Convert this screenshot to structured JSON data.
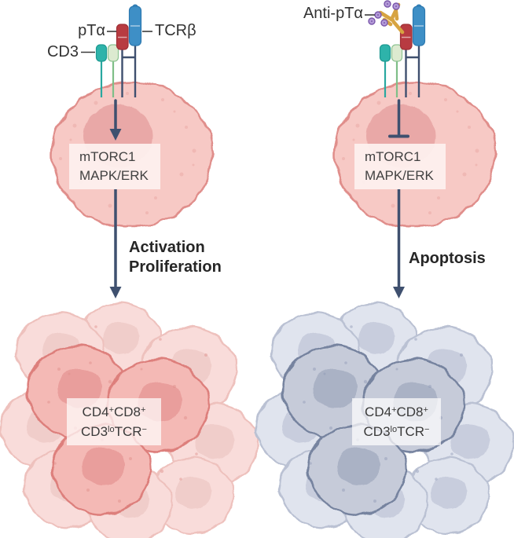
{
  "figure": {
    "left": {
      "receptor_labels": {
        "pta": "pTα",
        "tcrb": "TCRβ",
        "cd3": "CD3"
      },
      "signaling": {
        "line1": "mTORC1",
        "line2": "MAPK/ERK"
      },
      "outcome_line1": "Activation",
      "outcome_line2": "Proliferation",
      "cluster_label": {
        "l1a": "CD4",
        "l1sup1": "+",
        "l1b": "CD8",
        "l1sup2": "+",
        "l2a": "CD3",
        "l2sup1": "lo",
        "l2b": "TCR",
        "l2sup2": "−"
      }
    },
    "right": {
      "antibody_label": "Anti-pTα",
      "signaling": {
        "line1": "mTORC1",
        "line2": "MAPK/ERK"
      },
      "outcome": "Apoptosis",
      "cluster_label": {
        "l1a": "CD4",
        "l1sup1": "+",
        "l1b": "CD8",
        "l1sup2": "+",
        "l2a": "CD3",
        "l2sup1": "lo",
        "l2b": "TCR",
        "l2sup2": "−"
      }
    },
    "colors": {
      "tcr_beta_blue": "#3e8fc6",
      "pt_alpha_red": "#b83b41",
      "cd3_teal": "#2eb3aa",
      "cd3_pale_green": "#dcead0",
      "antibody_gold": "#d7a441",
      "antigen_purple": "#b49bd8",
      "signal_navy": "#3f506f",
      "t_cell_pink": "#f7c9c5",
      "cluster_pink_bg": "#f9dcda",
      "cluster_pink_fg": "#f4b9b5",
      "cluster_blue_bg": "#e0e4ee",
      "cluster_blue_fg": "#c6cbd9"
    }
  }
}
